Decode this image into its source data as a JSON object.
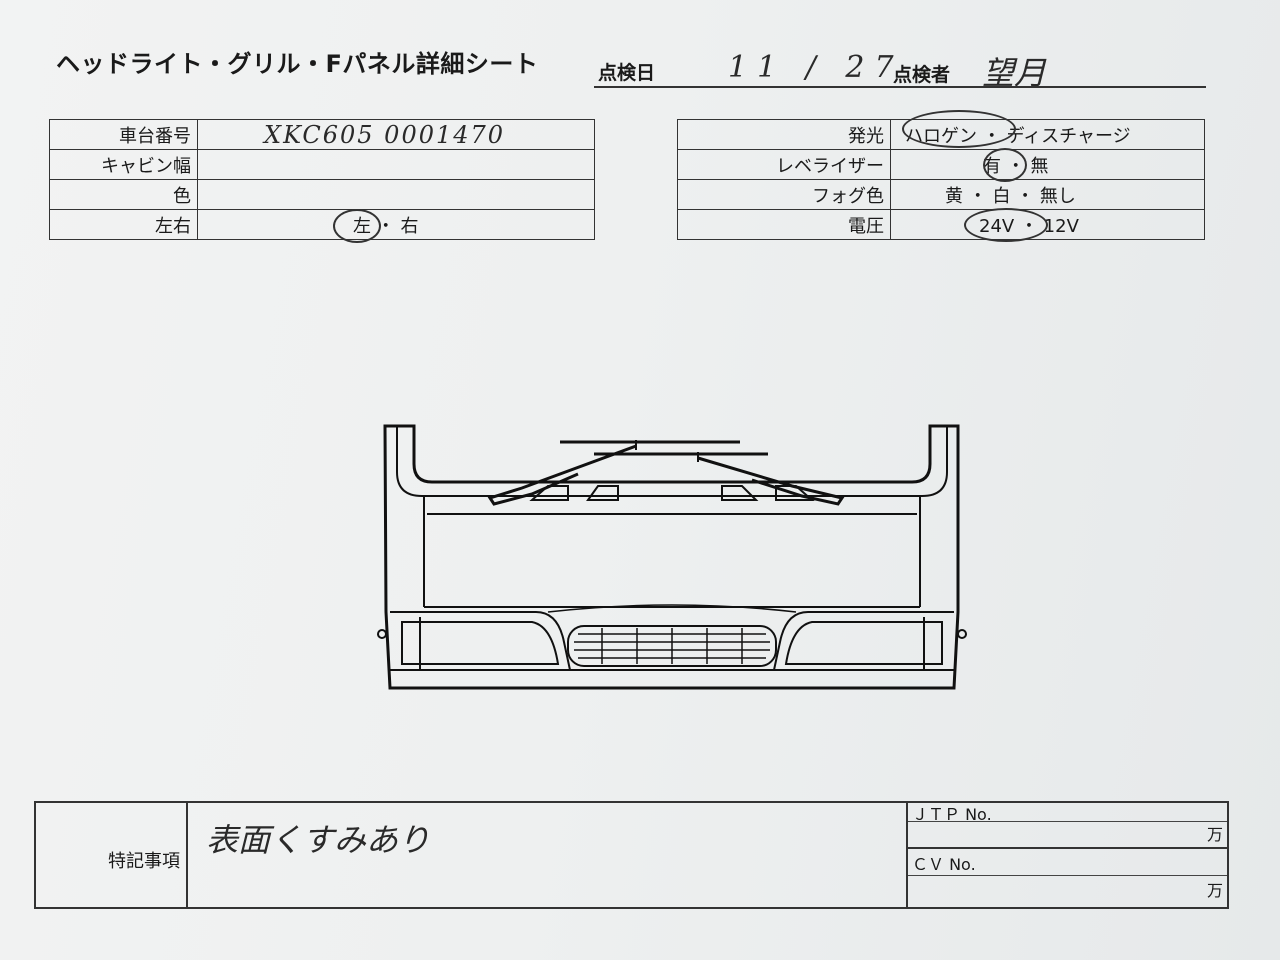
{
  "header": {
    "title": "ヘッドライト・グリル・Fパネル詳細シート",
    "date_label": "点検日",
    "date_value": "11 / 27",
    "inspector_label": "点検者",
    "inspector_value": "望月"
  },
  "left_table": {
    "rows": [
      {
        "label": "車台番号",
        "value": "XKC605 0001470"
      },
      {
        "label": "キャビン幅",
        "value": ""
      },
      {
        "label": "色",
        "value": ""
      },
      {
        "label": "左右",
        "value": "左 ・ 右"
      }
    ],
    "circled": "左"
  },
  "right_table": {
    "rows": [
      {
        "label": "発光",
        "value": "ハロゲン ・ ディスチャージ"
      },
      {
        "label": "レベライザー",
        "value": "有 ・ 無"
      },
      {
        "label": "フォグ色",
        "value": "黄 ・ 白 ・ 無し"
      },
      {
        "label": "電圧",
        "value": "24V ・ 12V"
      }
    ],
    "circled": [
      "ハロゲン",
      "有",
      "24V"
    ]
  },
  "remarks": {
    "label": "特記事項",
    "value": "表面くすみあり",
    "jtp_label": "ＪＴＰ No.",
    "jtp_unit": "万",
    "cv_label": "ＣＶ No.",
    "cv_unit": "万"
  },
  "colors": {
    "ink": "#1a1a1a",
    "paper": "#eef0f0"
  }
}
